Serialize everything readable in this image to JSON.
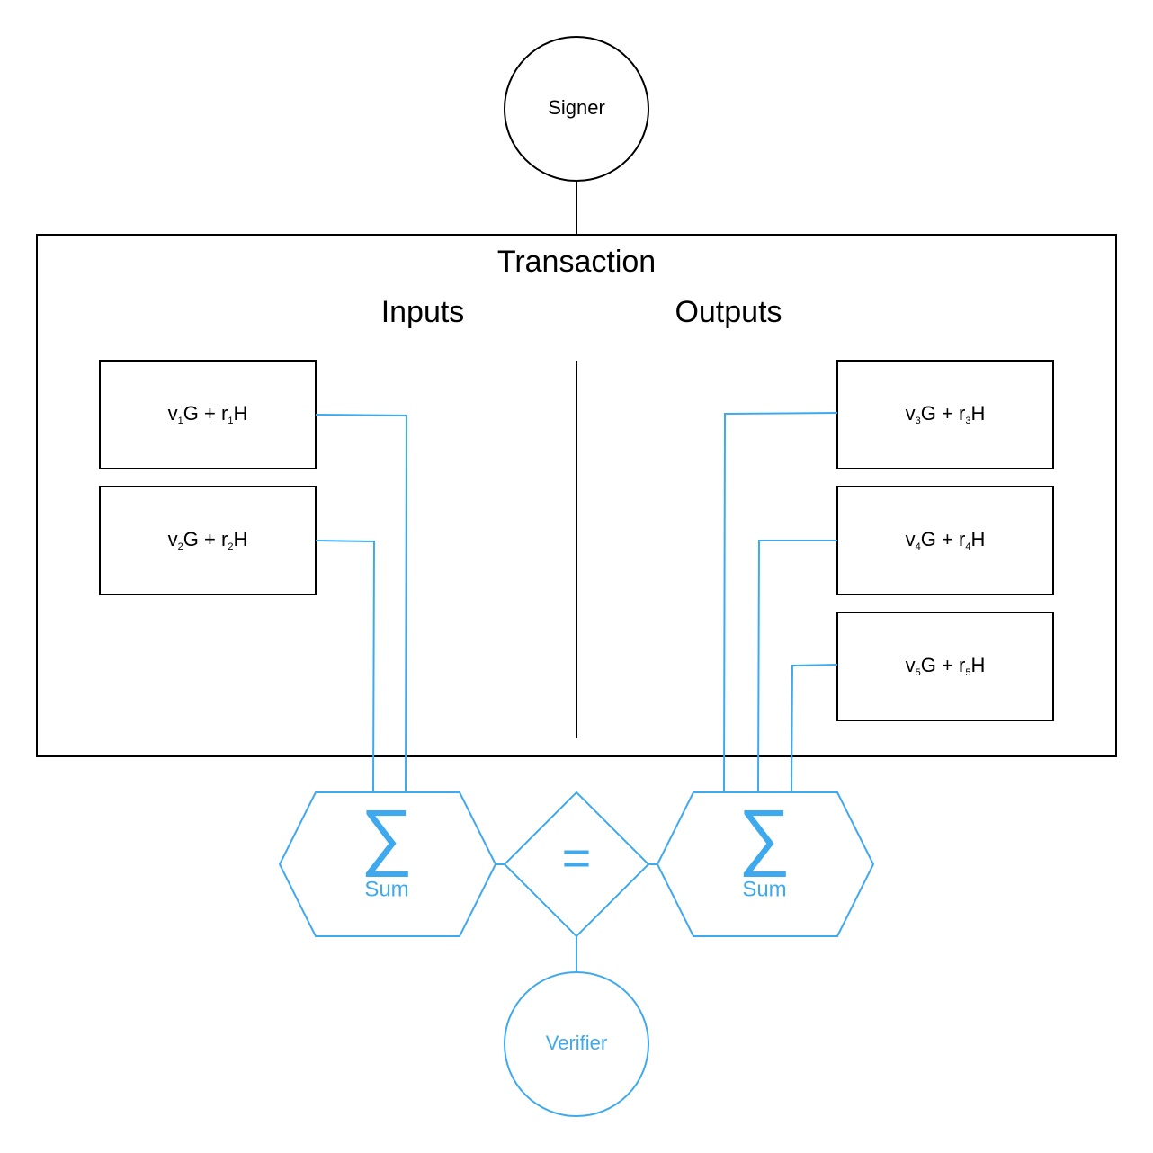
{
  "colors": {
    "black": "#000000",
    "blue": "#3fa9ed"
  },
  "signer": {
    "label": "Signer"
  },
  "transaction": {
    "title": "Transaction",
    "inputs_label": "Inputs",
    "outputs_label": "Outputs"
  },
  "inputs": [
    {
      "v": "v",
      "v_sub": "1",
      "mid": "G + r",
      "r_sub": "1",
      "end": "H"
    },
    {
      "v": "v",
      "v_sub": "2",
      "mid": "G + r",
      "r_sub": "2",
      "end": "H"
    }
  ],
  "outputs": [
    {
      "v": "v",
      "v_sub": "3",
      "mid": "G + r",
      "r_sub": "3",
      "end": "H"
    },
    {
      "v": "v",
      "v_sub": "4",
      "mid": "G + r",
      "r_sub": "4",
      "end": "H"
    },
    {
      "v": "v",
      "v_sub": "5",
      "mid": "G + r",
      "r_sub": "5",
      "end": "H"
    }
  ],
  "sum_left": {
    "symbol": "∑",
    "label": "Sum"
  },
  "equals": {
    "symbol": "="
  },
  "sum_right": {
    "symbol": "∑",
    "label": "Sum"
  },
  "verifier": {
    "label": "Verifier"
  }
}
